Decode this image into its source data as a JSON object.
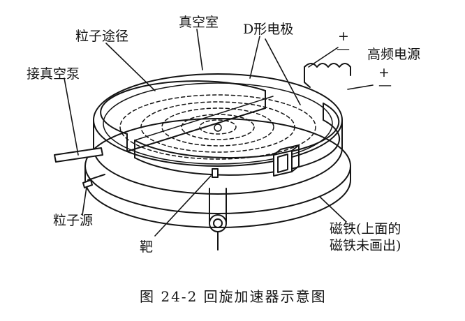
{
  "labels": {
    "vacuum_chamber": "真空室",
    "particle_path": "粒子途径",
    "d_electrode": "D形电极",
    "connect_pump": "接真空泵",
    "hf_source": "高频电源",
    "plus_top": "+",
    "minus_top": "—",
    "plus_bottom": "+",
    "minus_bottom": "—",
    "particle_source": "粒子源",
    "target": "靶",
    "magnet_line1": "磁铁(上面的",
    "magnet_line2": "磁铁未画出)"
  },
  "caption": "图 24-2   回旋加速器示意图",
  "colors": {
    "ink": "#141414",
    "paper": "#ffffff"
  }
}
